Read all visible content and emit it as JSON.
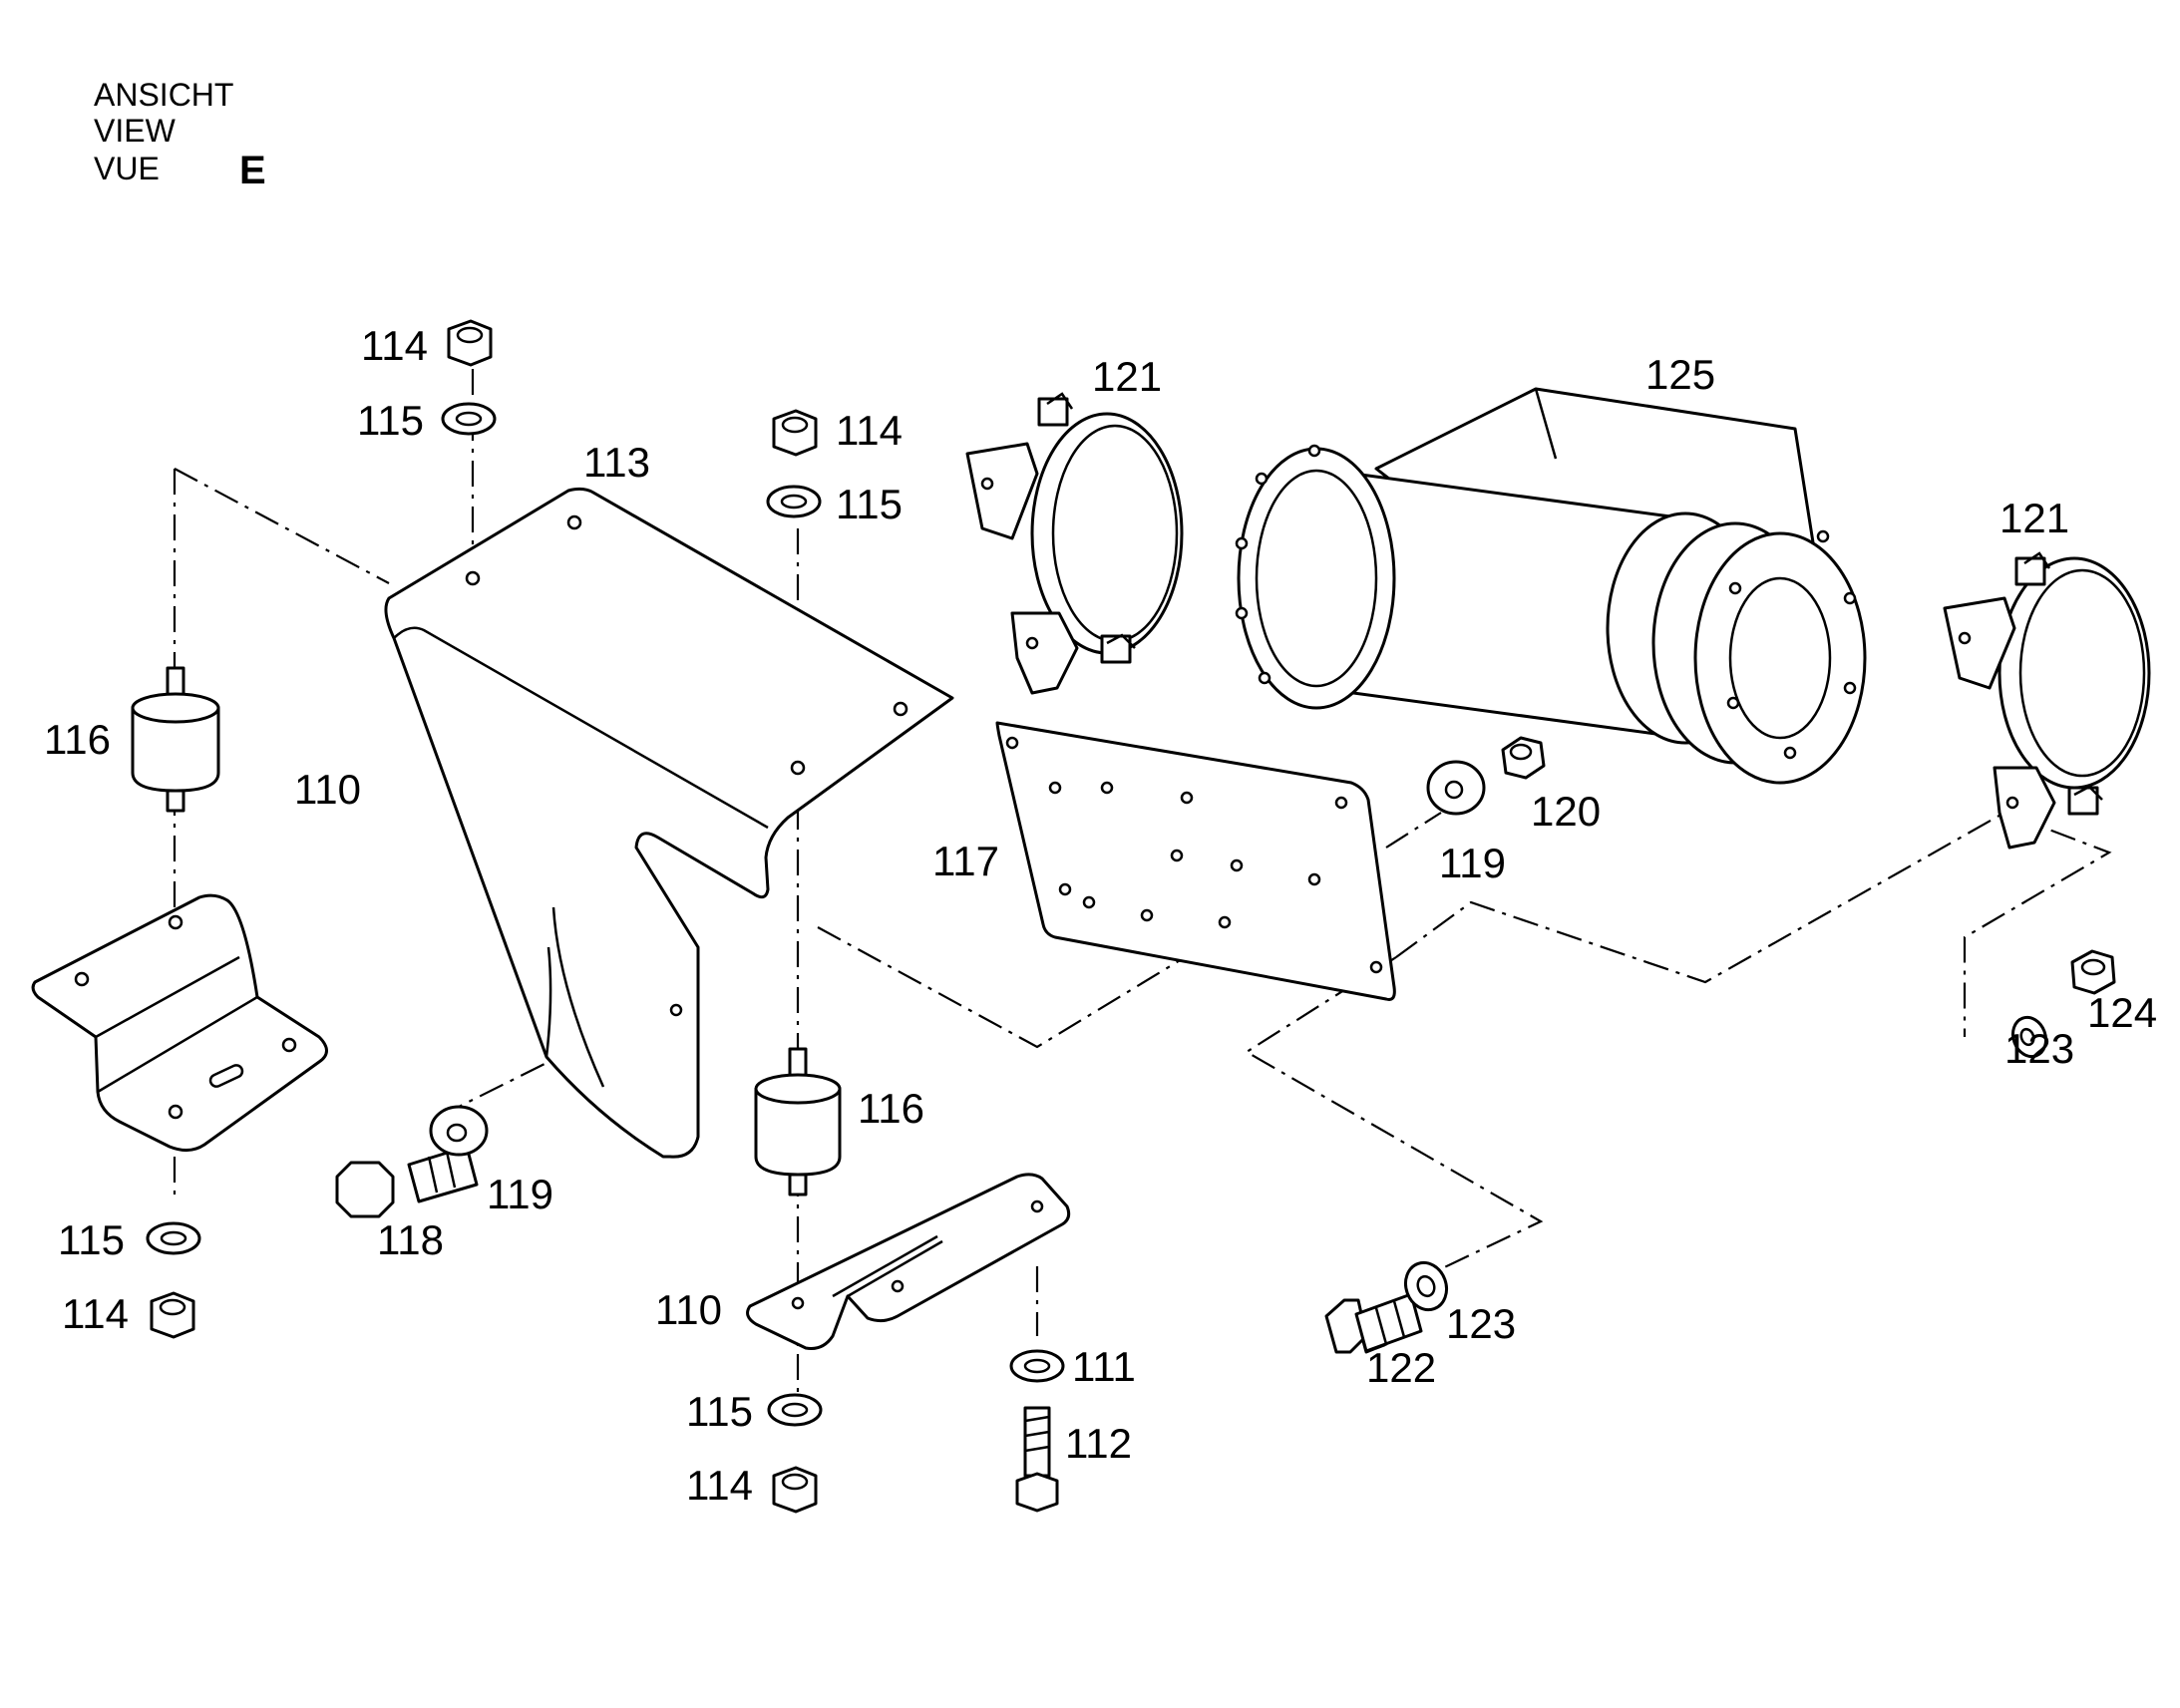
{
  "view": {
    "line1": "ANSICHT",
    "line2": "VIEW",
    "line3": "VUE",
    "letter": "E"
  },
  "callouts": {
    "c110_left": "110",
    "c110_bottom": "110",
    "c111": "111",
    "c112": "112",
    "c113": "113",
    "c114_top": "114",
    "c114_mid": "114",
    "c114_left": "114",
    "c114_bottom": "114",
    "c115_top": "115",
    "c115_mid": "115",
    "c115_left": "115",
    "c115_bottom": "115",
    "c116_left": "116",
    "c116_mid": "116",
    "c117": "117",
    "c118": "118",
    "c119_left": "119",
    "c119_right": "119",
    "c120": "120",
    "c121_left": "121",
    "c121_right": "121",
    "c122": "122",
    "c123_bottom": "123",
    "c123_right": "123",
    "c124": "124",
    "c125": "125"
  }
}
